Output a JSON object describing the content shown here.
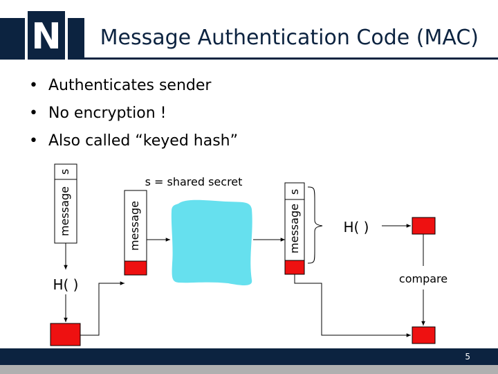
{
  "slide": {
    "title": "Message Authentication Code (MAC)",
    "page_number": "5",
    "logo_letter": "N",
    "colors": {
      "header": "#0c2340",
      "channel": "#66e0ee",
      "digest_box": "#ee1111",
      "footer_gray": "#b0b0b0"
    }
  },
  "bullets": [
    {
      "symbol": "•",
      "text": "Authenticates sender"
    },
    {
      "symbol": "•",
      "text": "No encryption !"
    },
    {
      "symbol": "•",
      "text": "Also called “keyed hash”"
    }
  ],
  "diagram": {
    "left_stack": {
      "top_label": "s",
      "bottom_label": "message"
    },
    "sent_message_label": "message",
    "shared_secret_label": "s = shared secret",
    "right_stack": {
      "top_label": "s",
      "bottom_label": "message"
    },
    "hash_left_label": "H( )",
    "hash_right_label": "H( )",
    "compare_label": "compare"
  }
}
